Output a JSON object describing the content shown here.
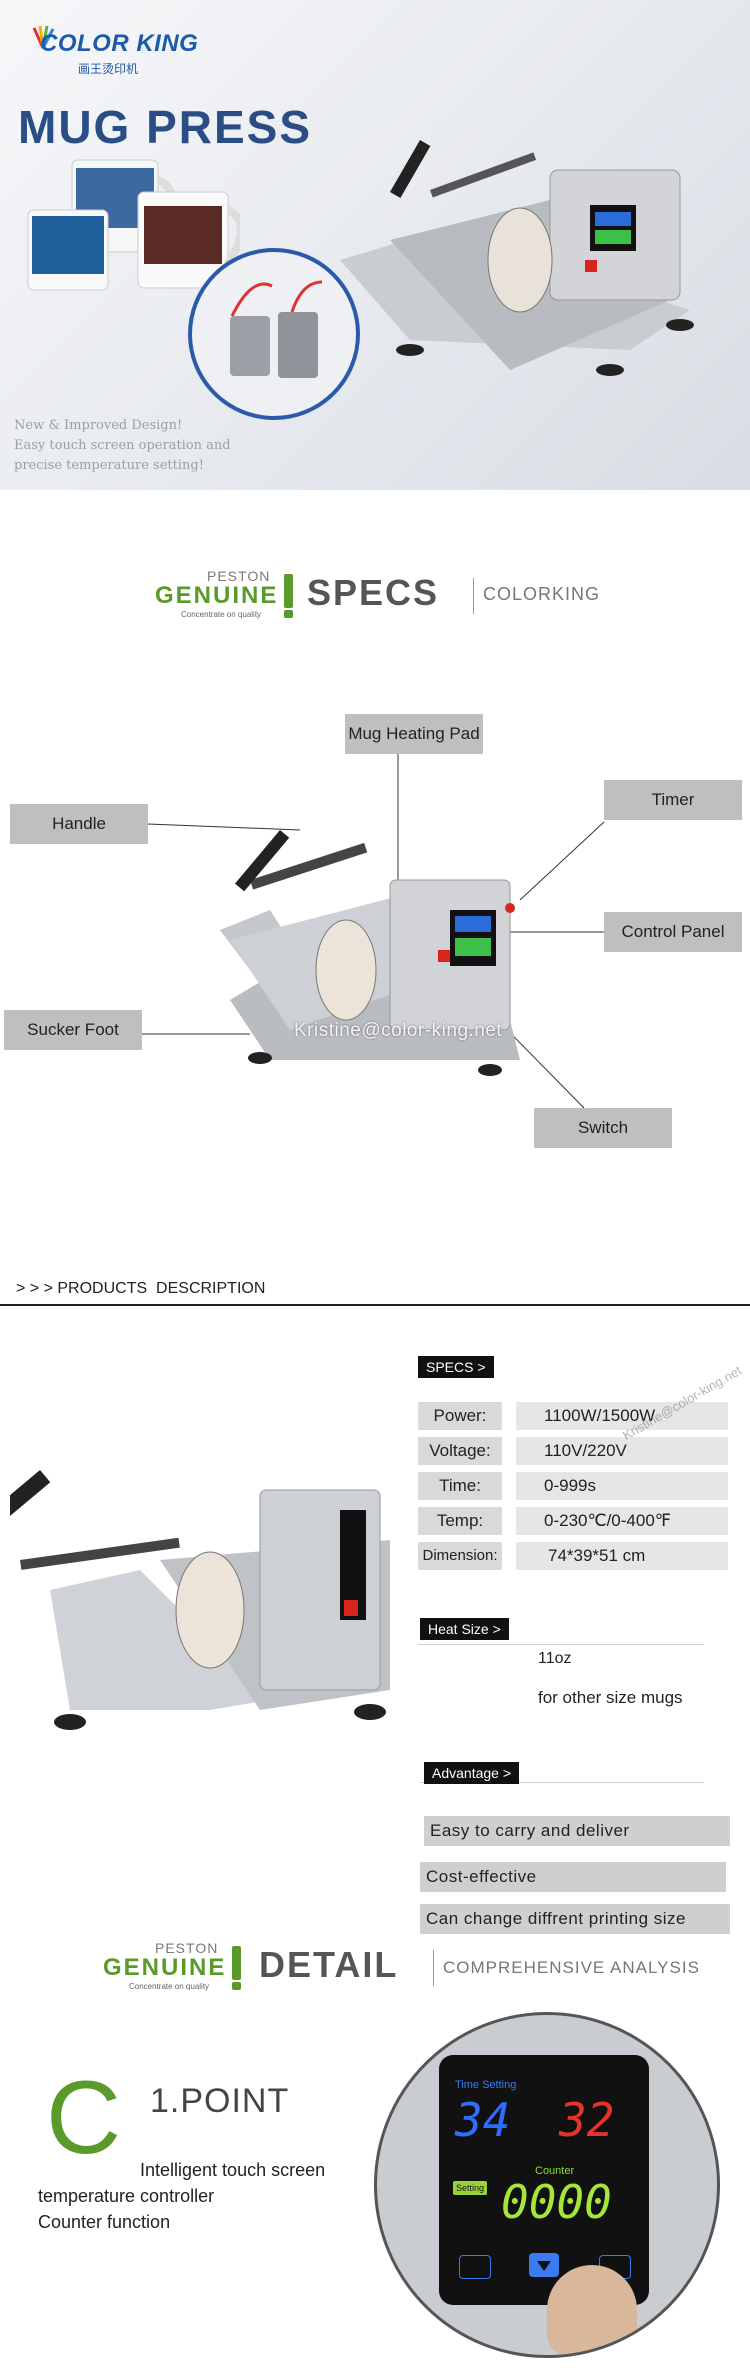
{
  "hero": {
    "brand": "COLOR KING",
    "brand_cn": "画王烫印机",
    "title": "MUG PRESS",
    "tagline": [
      "New & Improved Design!",
      "Easy touch screen operation and",
      "precise temperature setting!"
    ]
  },
  "specs_header": {
    "peston": "PESTON",
    "genuine": "GENUINE",
    "subline": "Concentrate on quality",
    "heading": "SPECS",
    "sub": "COLORKING"
  },
  "callouts": {
    "heating_pad": "Mug Heating Pad",
    "handle": "Handle",
    "timer": "Timer",
    "control_panel": "Control Panel",
    "sucker_foot": "Sucker Foot",
    "switch": "Switch",
    "watermark": "Kristine@color-king.net"
  },
  "products": {
    "section_title": "> > > PRODUCTS  DESCRIPTION",
    "specs_tag": "SPECS  >",
    "rows": [
      {
        "label": "Power:",
        "value": "1100W/1500W"
      },
      {
        "label": "Voltage:",
        "value": "110V/220V"
      },
      {
        "label": "Time:",
        "value": "0-999s"
      },
      {
        "label": "Temp:",
        "value": "0-230℃/0-400℉"
      },
      {
        "label": "Dimension:",
        "value": "74*39*51 cm"
      }
    ],
    "watermark": "Kristine@color-king.net",
    "heat_size_tag": "Heat Size >",
    "heat_size_value": "11oz",
    "heat_size_note": "for other size mugs",
    "advantage_tag": "Advantage >",
    "advantages": [
      "Easy to carry and deliver",
      "Cost-effective",
      "Can change diffrent printing size"
    ]
  },
  "detail_header": {
    "peston": "PESTON",
    "genuine": "GENUINE",
    "subline": "Concentrate on quality",
    "heading": "DETAIL",
    "sub": "COMPREHENSIVE ANALYSIS"
  },
  "point": {
    "letter": "C",
    "title": "1.POINT",
    "lines": [
      "Intelligent touch screen",
      "temperature controller",
      "Counter function"
    ],
    "panel_label": "Time Setting",
    "panel_time": "34",
    "panel_temp": "32",
    "counter_label": "Counter",
    "counter_value": "0000",
    "panel_key": "Setting"
  }
}
